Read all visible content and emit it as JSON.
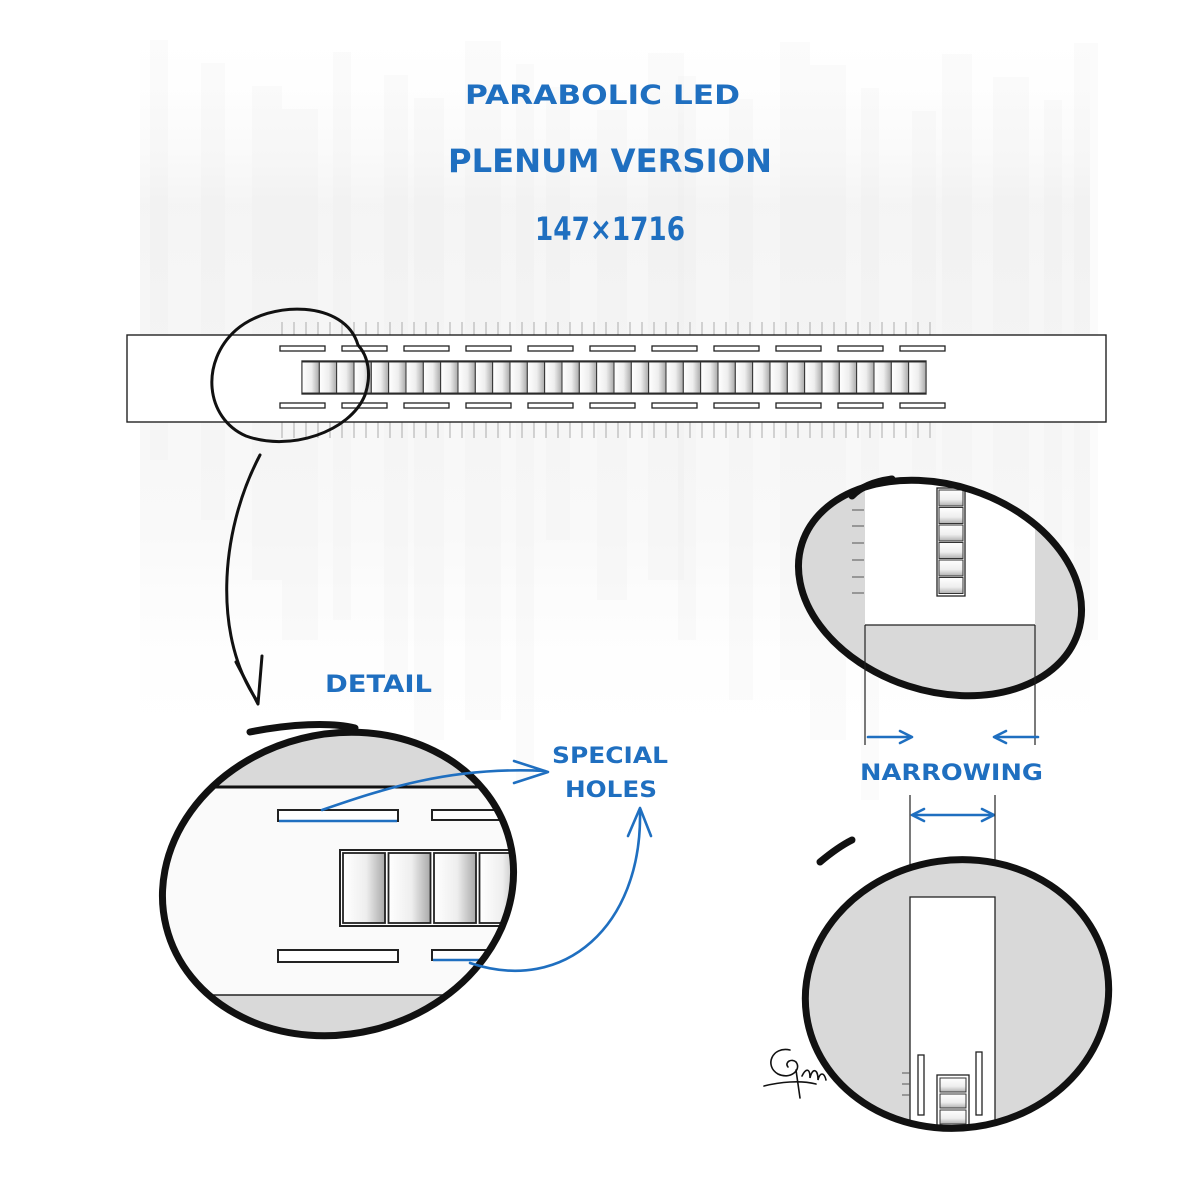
{
  "title": {
    "line1": "PARABOLIC LED",
    "line2": "PLENUM VERSION",
    "line3": "147×1716"
  },
  "labels": {
    "detail": "DETAIL",
    "special_line1": "SPECIAL",
    "special_line2": "HOLES",
    "narrowing": "NARROWING"
  },
  "colors": {
    "annotation": "#1f6fc0",
    "outline": "#111111",
    "shade": "#d9d9d9"
  }
}
